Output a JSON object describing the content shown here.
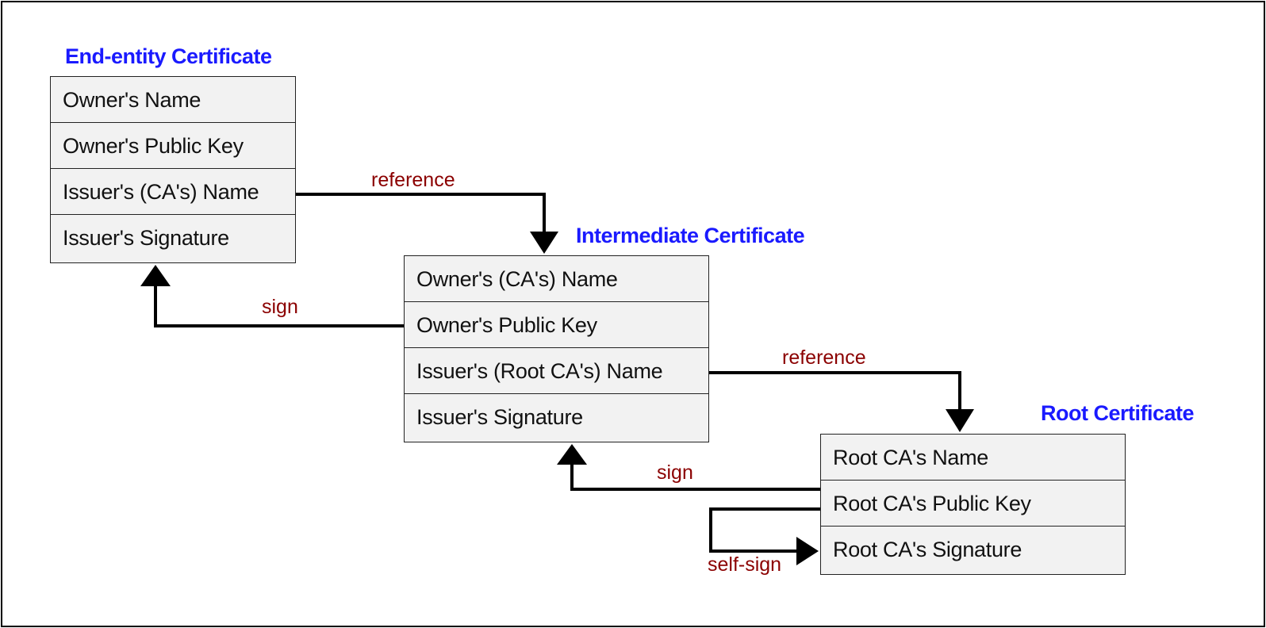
{
  "end_entity": {
    "title": "End-entity Certificate",
    "fields": [
      "Owner's Name",
      "Owner's Public Key",
      "Issuer's (CA's) Name",
      "Issuer's Signature"
    ]
  },
  "intermediate": {
    "title": "Intermediate Certificate",
    "fields": [
      "Owner's (CA's) Name",
      "Owner's Public Key",
      "Issuer's (Root CA's) Name",
      "Issuer's Signature"
    ]
  },
  "root": {
    "title": "Root Certificate",
    "fields": [
      "Root CA's Name",
      "Root CA's Public Key",
      "Root CA's Signature"
    ]
  },
  "labels": {
    "reference_1": "reference",
    "sign_1": "sign",
    "reference_2": "reference",
    "sign_2": "sign",
    "self_sign": "self-sign"
  },
  "colors": {
    "title": "#1a1aff",
    "arrow_label": "#8b0000",
    "box_fill": "#f2f2f2",
    "line": "#000000"
  }
}
